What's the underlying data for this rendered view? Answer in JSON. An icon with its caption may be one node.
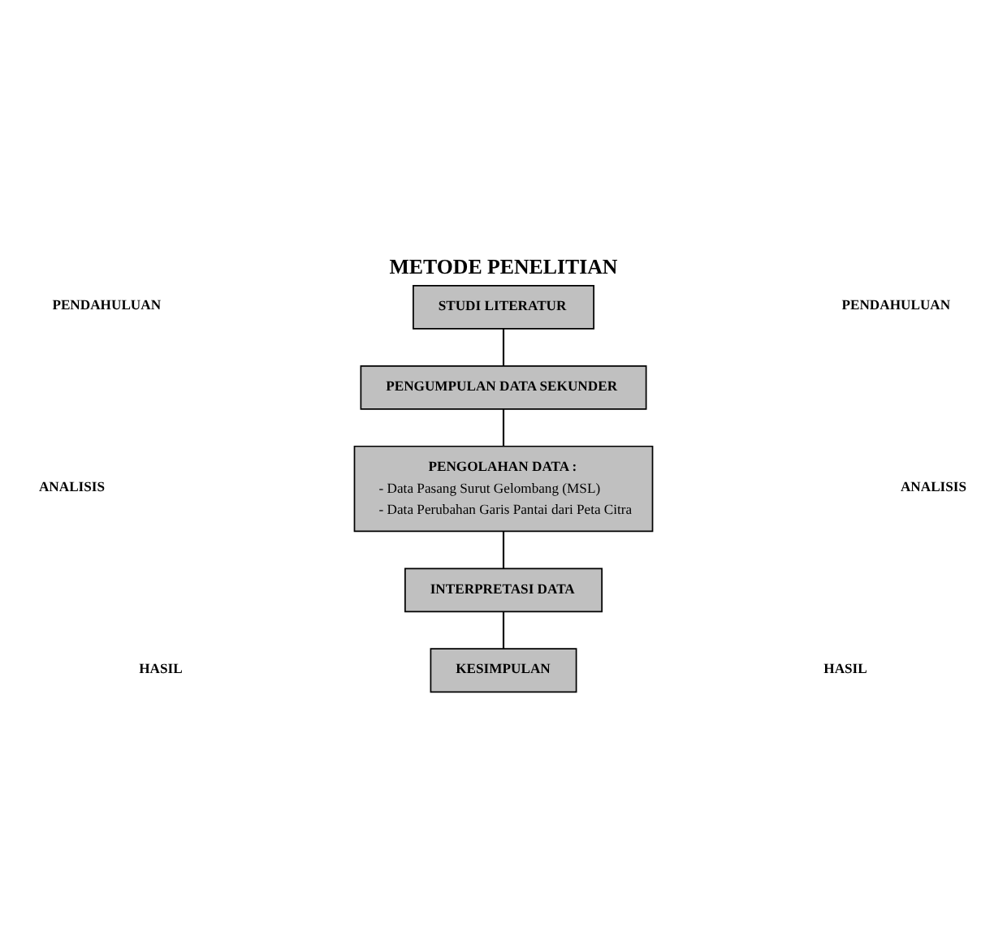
{
  "diagram": {
    "title": "METODE PENELITIAN",
    "nodes": [
      {
        "text": [
          "STUDI LITERATUR"
        ]
      },
      {
        "text": [
          "PENGUMPULAN DATA SEKUNDER"
        ]
      },
      {
        "text": [
          "PENGOLAHAN DATA :",
          "- Data Pasang Surut Gelombang (MSL)",
          "- Data Perubahan Garis Pantai dari Peta Citra"
        ]
      },
      {
        "text": [
          "INTERPRETASI DATA"
        ]
      },
      {
        "text": [
          "KESIMPULAN"
        ]
      }
    ],
    "edges": [
      {
        "from": 0,
        "to": 1,
        "arrow": "none"
      },
      {
        "from": 1,
        "to": 2,
        "arrow": "none"
      },
      {
        "from": 2,
        "to": 3,
        "arrow": "none"
      },
      {
        "from": 3,
        "to": 4,
        "arrow": "none"
      }
    ],
    "labels": [
      "PENDAHULUAN",
      "PENDAHULUAN",
      "ANALISIS",
      "ANALISIS",
      "HASIL",
      "HASIL"
    ]
  }
}
